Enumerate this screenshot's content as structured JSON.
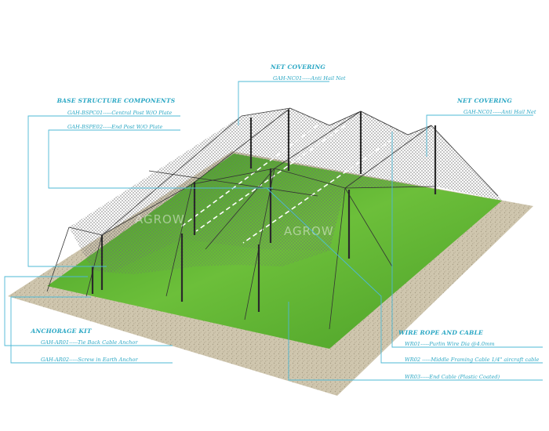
{
  "watermark": "AGROW",
  "net_covering_top": {
    "header": "NET COVERING",
    "items": [
      "GAH-NC01-----Anti Hail Net"
    ]
  },
  "net_covering_right": {
    "header": "NET COVERING",
    "items": [
      "GAH-NC01-----Anti Hail Net"
    ]
  },
  "base_structure": {
    "header": "BASE STRUCTURE COMPONENTS",
    "items": [
      "GAH-BSPC01-----Central Post W/O Plate",
      "GAH-BSPE02-----End Post W/O Plate"
    ]
  },
  "anchorage": {
    "header": "ANCHORAGE KIT",
    "items": [
      "GAH-AR01-----Tie Back Cable Anchor",
      "GAH-AR02-----Screw in Earth Anchor"
    ]
  },
  "wire_rope": {
    "header": "WIRE ROPE AND CABLE",
    "items": [
      "WR01-----Purlin Wire   Dia @4.0mm",
      "WR02 -----Middle Framing Cable 1/4\" aircraft cable",
      "WR03-----End Cable (Plastic Coated)"
    ]
  },
  "colors": {
    "label": "#2aa7c4",
    "grass": "#5fae2f",
    "gravel": "#c9c0a8",
    "net": "#8a8a8a"
  }
}
